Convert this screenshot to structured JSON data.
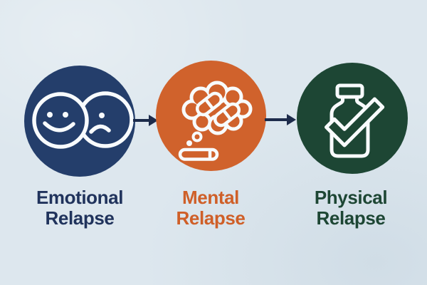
{
  "diagram": {
    "background_color": "#dde7ee",
    "arrow_color": "#1d2b4b",
    "icon_stroke_color": "#f8fbfd",
    "stages": [
      {
        "id": "emotional",
        "label": "Emotional\nRelapse",
        "circle_color": "#243e6b",
        "text_color": "#20335c",
        "icon": "happy-sad-faces-icon"
      },
      {
        "id": "mental",
        "label": "Mental\nRelapse",
        "circle_color": "#d0622c",
        "text_color": "#cf5f28",
        "icon": "thought-bubble-pills-cigarette-icon"
      },
      {
        "id": "physical",
        "label": "Physical\nRelapse",
        "circle_color": "#1d4634",
        "text_color": "#1d4634",
        "icon": "medicine-bottle-check-icon"
      }
    ]
  }
}
